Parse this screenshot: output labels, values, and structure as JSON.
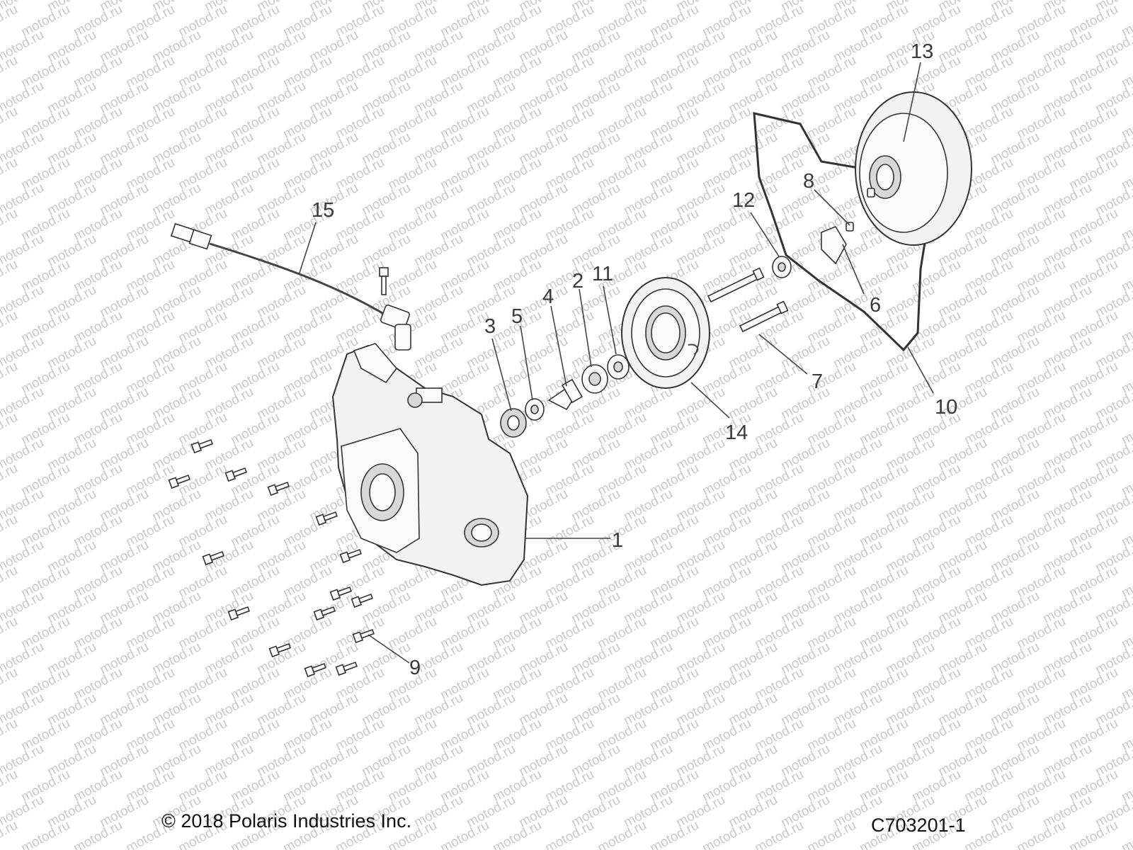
{
  "watermark": "motod.ru",
  "callouts": [
    "1",
    "2",
    "3",
    "4",
    "5",
    "6",
    "7",
    "8",
    "9",
    "10",
    "11",
    "12",
    "13",
    "14",
    "15"
  ],
  "footer": {
    "copyright": "© 2018 Polaris Industries Inc.",
    "drawing_number": "C703201-1"
  }
}
